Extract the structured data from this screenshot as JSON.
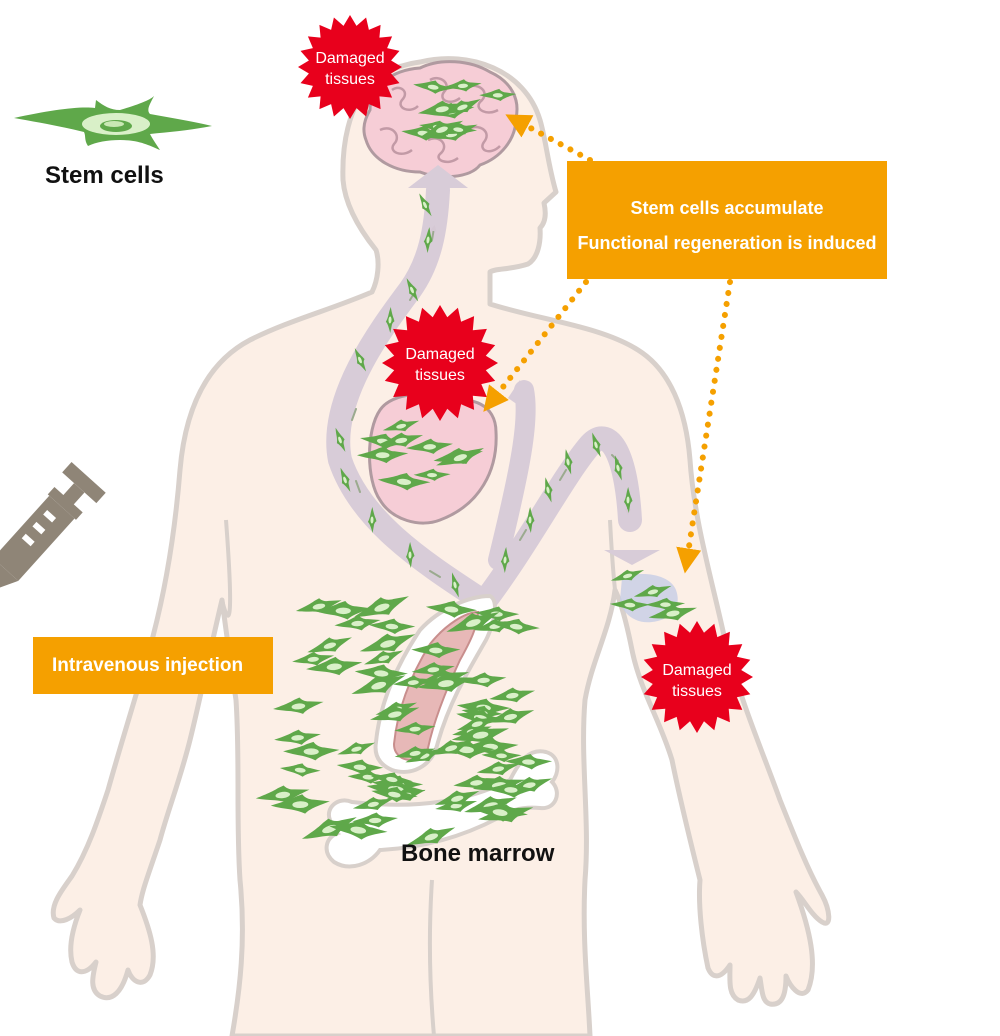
{
  "legend": {
    "label": "Stem cells",
    "icon": "stem-cell-icon"
  },
  "info_box": {
    "lines": [
      "Stem cells accumulate",
      "Functional regeneration is induced"
    ]
  },
  "injection": {
    "label": "Intravenous injection",
    "icon": "syringe-icon"
  },
  "bone_marrow": {
    "label": "Bone marrow"
  },
  "damaged_tissues": [
    {
      "line1": "Damaged",
      "line2": "tissues",
      "site": "brain"
    },
    {
      "line1": "Damaged",
      "line2": "tissues",
      "site": "heart"
    },
    {
      "line1": "Damaged",
      "line2": "tissues",
      "site": "arm"
    }
  ],
  "colors": {
    "body_fill": "#FCEFE6",
    "body_outline": "#D8D0CB",
    "organ_fill": "#F6CDD6",
    "organ_stroke": "#B09AA0",
    "vessel": "#DDD0DC",
    "cell_green": "#5FA84A",
    "cell_light": "#D9F0C8",
    "burst_red": "#E8001C",
    "accent_orange": "#F5A000",
    "syringe_gray": "#8F8577",
    "wound_blue": "#C5CDE6"
  }
}
